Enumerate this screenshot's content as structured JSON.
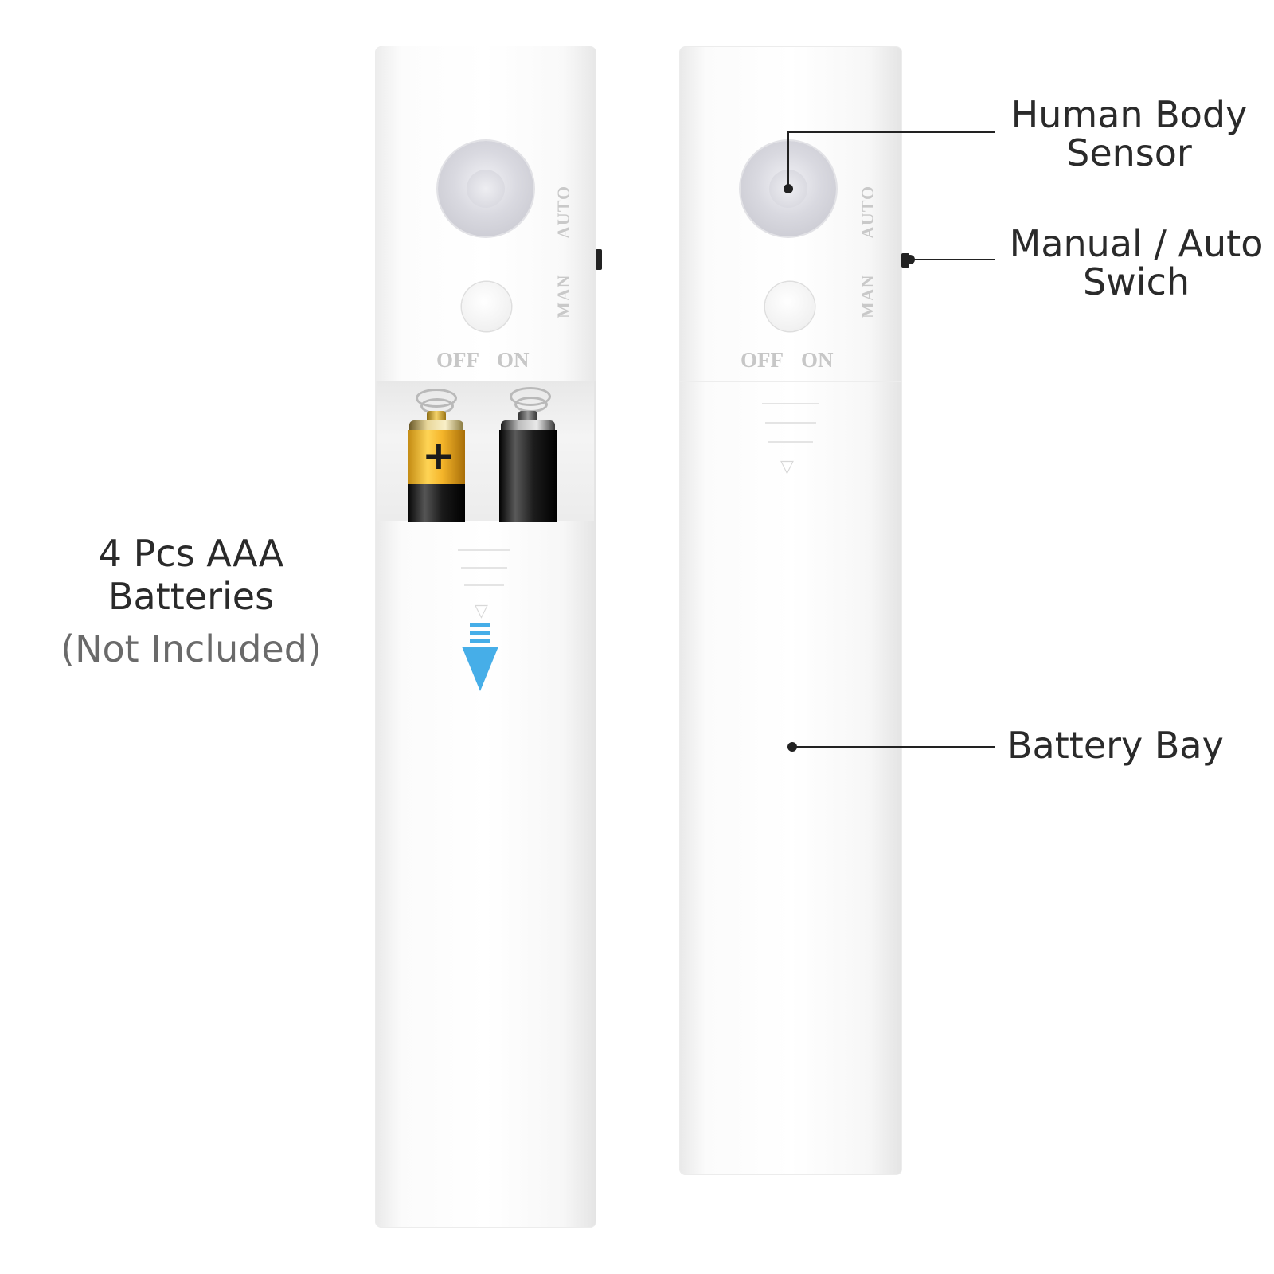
{
  "device_left": {
    "switch_labels": {
      "auto": "AUTO",
      "man": "MAN"
    },
    "button_labels": {
      "off": "OFF",
      "on": "ON"
    },
    "plus_sign": "+"
  },
  "device_right": {
    "switch_labels": {
      "auto": "AUTO",
      "man": "MAN"
    },
    "button_labels": {
      "off": "OFF",
      "on": "ON"
    }
  },
  "callouts": {
    "sensor": {
      "line1": "Human Body",
      "line2": "Sensor"
    },
    "switch": {
      "line1": "Manual / Auto",
      "line2": "Swich"
    },
    "bay": {
      "label": "Battery Bay"
    }
  },
  "batteries_note": {
    "line1": "4 Pcs AAA",
    "line2": "Batteries",
    "line3": "(Not Included)"
  },
  "colors": {
    "arrow": "#46aee8",
    "battery_gold": "#f1b72a",
    "battery_black": "#1b1b1b",
    "text": "#2a2a2a",
    "subtext": "#6a6a6a"
  },
  "icons": [
    "down-arrow-icon",
    "battery-icon",
    "sensor-lens-icon"
  ]
}
